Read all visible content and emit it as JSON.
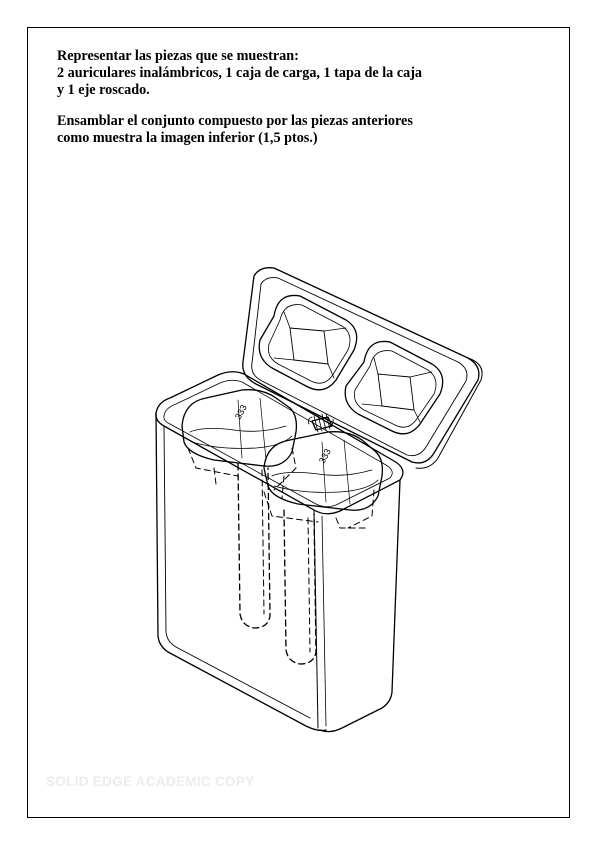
{
  "instructions": {
    "paragraph1": [
      "Representar las piezas que se muestran:",
      "2 auriculares inalámbricos, 1 caja de carga, 1 tapa de la caja",
      "y 1 eje roscado."
    ],
    "paragraph2": [
      "Ensamblar el conjunto compuesto por las piezas anteriores",
      "como muestra la imagen inferior (1,5 ptos.)"
    ]
  },
  "drawing": {
    "earbud_label": "333"
  },
  "watermark": "SOLID EDGE ACADEMIC COPY",
  "colors": {
    "ink": "#000000",
    "paper": "#ffffff",
    "watermark": "#ececec"
  }
}
